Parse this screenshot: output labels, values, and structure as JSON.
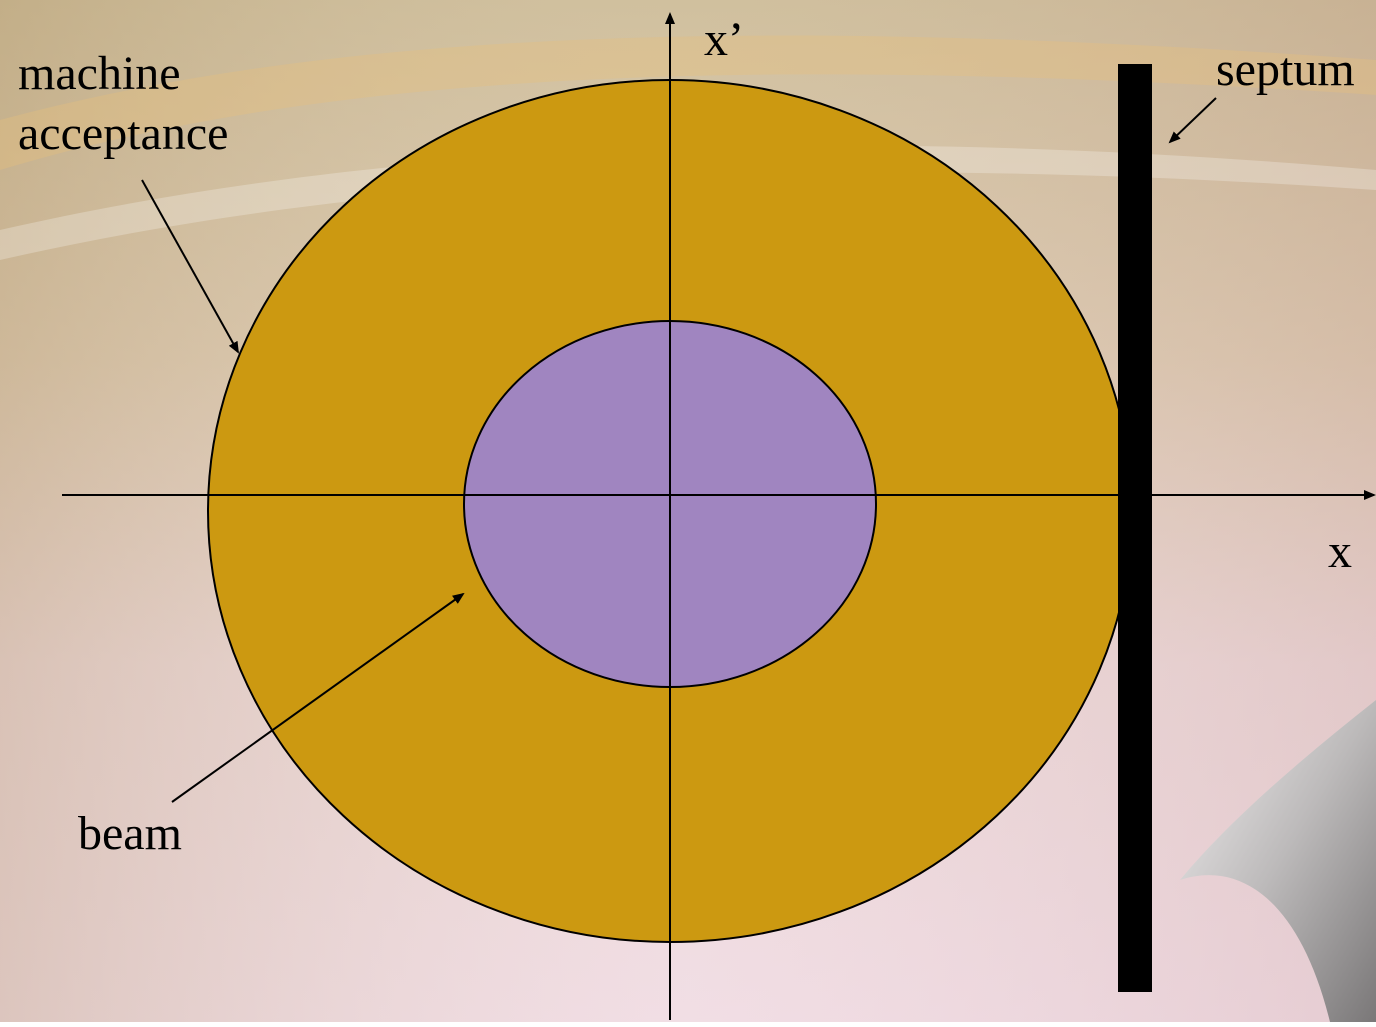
{
  "labels": {
    "acceptance_line1": "machine",
    "acceptance_line2": "acceptance",
    "beam": "beam",
    "septum": "septum",
    "x_axis": "x",
    "xprime_axis": "x’"
  },
  "colors": {
    "acceptance_fill": "#CC9911",
    "beam_fill": "#A085C0",
    "septum_fill": "#000000",
    "background_top": "#C9B892",
    "background_bottom": "#EED6DE"
  }
}
